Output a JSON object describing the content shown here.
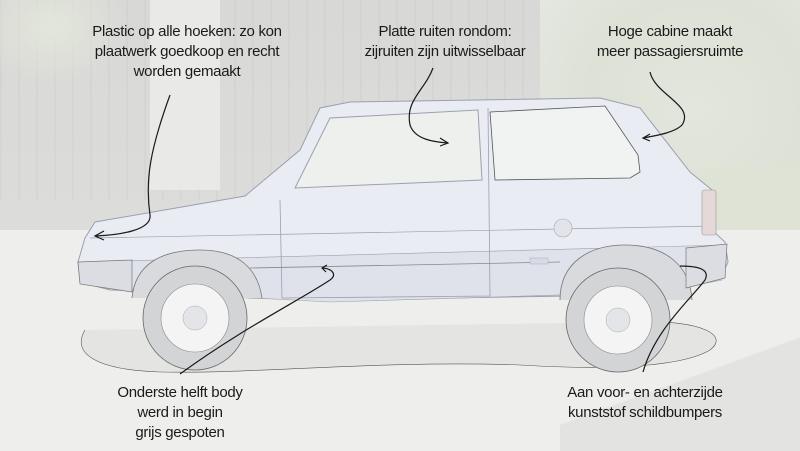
{
  "annotations": [
    {
      "id": "corners",
      "lines": [
        "Plastic op alle hoeken: zo kon",
        "plaatwerk goedkoop en recht",
        "worden gemaakt"
      ]
    },
    {
      "id": "windows",
      "lines": [
        "Platte ruiten rondom:",
        "zijruiten zijn uitwisselbaar"
      ]
    },
    {
      "id": "cabin",
      "lines": [
        "Hoge cabine maakt",
        "meer passagiersruimte"
      ]
    },
    {
      "id": "lower-body",
      "lines": [
        "Onderste helft body",
        "werd in begin",
        "grijs gespoten"
      ]
    },
    {
      "id": "bumpers",
      "lines": [
        "Aan voor- en achterzijde",
        "kunststof schildbumpers"
      ]
    }
  ],
  "colors": {
    "car_body": "#e9ecf3",
    "car_lower": "#dfe2ea",
    "annotation_ink": "#1a1a1a",
    "background": "#e6e6e4"
  }
}
